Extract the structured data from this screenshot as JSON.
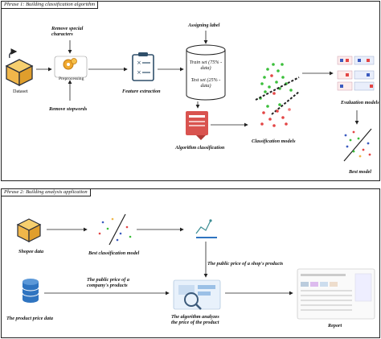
{
  "phase1": {
    "title": "Phrase 1: Building classification algorithm",
    "labels": {
      "remove_special": "Remove  special characters",
      "preprocessing": "Preprocessing",
      "remove_stopwords": "Remove stopwords",
      "dataset": "Dataset",
      "feature_extraction": "Feature extraction",
      "assigning_label": "Assigning label",
      "train_set": "Train set (75% - data)",
      "test_set": "Test set (25% - data)",
      "algorithm_classification": "Algorithm classification",
      "classification_models": "Classification models",
      "evaluation_models": "Evaluation models",
      "best_model": "Best model"
    }
  },
  "phase2": {
    "title": "Phrase 2: Building analysis application",
    "labels": {
      "shopee_data": "Shopee data",
      "best_classification_model": "Best classification model",
      "shop_price": "The public price of a shop's products",
      "company_price": "The public price of a company's products",
      "product_price_data": "The product price data",
      "algorithm_analyzes": "The algorithm analyzes the price of the product",
      "report": "Report"
    }
  },
  "colors": {
    "box_orange": "#f0b64a",
    "box_dark": "#2b2f3a",
    "db_blue": "#2f74c0",
    "red_doc": "#d9534f",
    "teal": "#3c8d93",
    "green_dot": "#3bbf3b",
    "red_dot": "#e34545",
    "pink_dot": "#f07a7a"
  }
}
